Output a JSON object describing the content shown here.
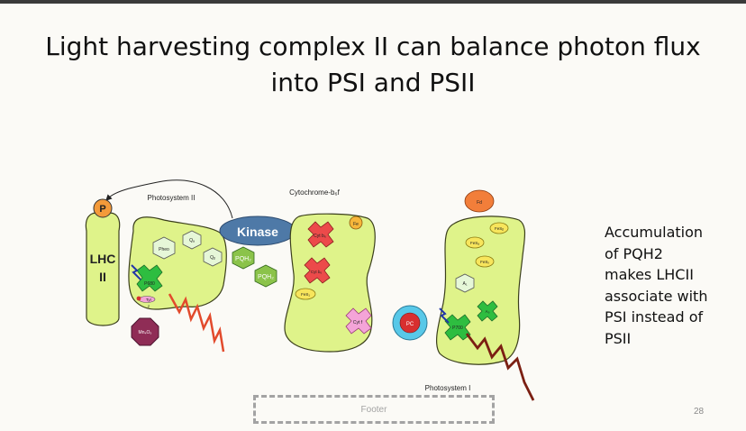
{
  "title_lines": [
    "Light harvesting complex II can balance photon flux",
    "into PSI and PSII"
  ],
  "side_note_lines": [
    "Accumulation",
    "of PQH2",
    "makes LHCII",
    "associate with",
    "PSI instead of",
    "PSII"
  ],
  "footer": "Footer",
  "page_number": "28",
  "diagram": {
    "labels": {
      "photosystem_ii": "Photosystem II",
      "cytochrome": "Cytochrome-b₆f",
      "photosystem_i": "Photosystem I",
      "kinase": "Kinase",
      "phosphate": "P",
      "lhc_line1": "LHC",
      "lhc_line2": "II",
      "pheo": "Pheo",
      "qa": "Qₐ",
      "qb": "Qᵦ",
      "pqh2_a": "PQH₂",
      "pqh2_b": "PQH₂",
      "p680": "P680",
      "tyrz": "Tyr",
      "z": "Z",
      "mn": "Mn₄O₅",
      "cytb6": "Cyt b₆",
      "cytb6_lower": "Cyt b₆",
      "fe": "Fe",
      "fes_cyt": "FeS₁",
      "cytf": "Cyt f",
      "pc": "PC",
      "fd": "Fd",
      "fesb": "FeSᵦ",
      "fesa": "FeSₐ",
      "fesx": "FeSₓ",
      "a1": "A₁",
      "a0": "A₀",
      "p700": "P700"
    },
    "colors": {
      "protein": "#dff38a",
      "protein_outline": "#3b3f1c",
      "kinase": "#4e79a7",
      "phosphate": "#f39a3a",
      "mn_cluster": "#8f2d56",
      "cofactor_red": "#ec4a4a",
      "cofactor_pink": "#f4a4d8",
      "cofactor_green": "#2ebd40",
      "fes_yellow": "#f7e55c",
      "fd_orange": "#f27e3a",
      "pc_ring": "#58c8e8",
      "pc_core": "#d82f2f",
      "photon": "#e24a2c",
      "photon_psi": "#7b1f12"
    }
  }
}
